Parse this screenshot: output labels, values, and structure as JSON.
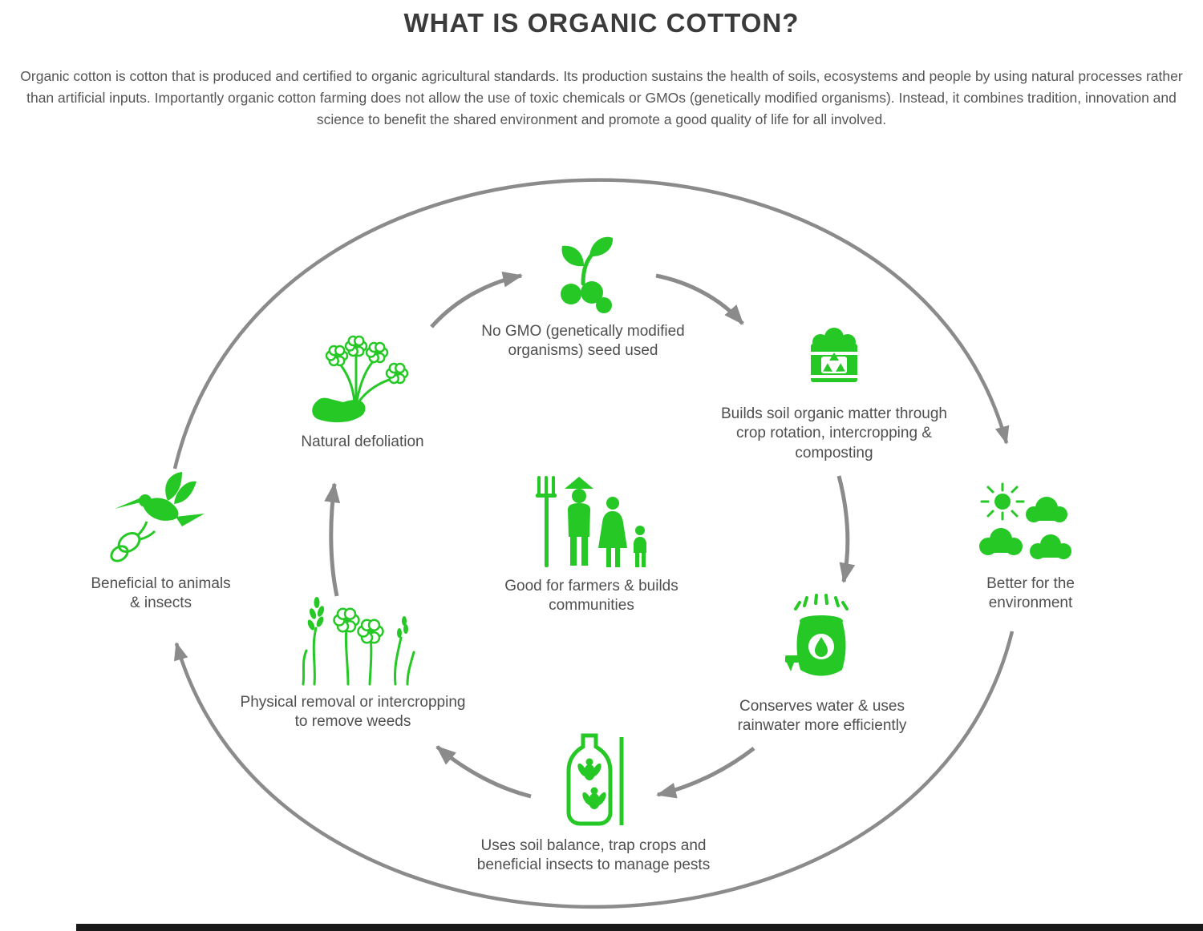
{
  "colors": {
    "green": "#25c825",
    "arrow": "#8b8b8b",
    "title": "#3b3b3b",
    "text": "#4f4f4f"
  },
  "header": {
    "title": "WHAT IS ORGANIC COTTON?",
    "intro": "Organic cotton is cotton that is produced and certified to organic agricultural standards. Its production sustains the health of soils, ecosystems and people by using natural processes rather than artificial inputs. Importantly organic cotton farming does not allow the use of toxic chemicals or GMOs (genetically modified organisms). Instead, it combines tradition, innovation and science to benefit the shared environment and promote a good quality of life for all involved."
  },
  "cycle": {
    "direction": "clockwise",
    "center": {
      "icon": "farmer-family",
      "label": "Good for farmers & builds communities"
    },
    "nodes": [
      {
        "icon": "seedling-seeds",
        "label": "No GMO (genetically modified organisms) seed used"
      },
      {
        "icon": "compost-recycle-bin",
        "label": "Builds soil organic matter through crop rotation, intercropping & composting"
      },
      {
        "icon": "sun-and-trees",
        "label": "Better for the environment"
      },
      {
        "icon": "rain-barrel-droplet",
        "label": "Conserves water & uses rainwater more efficiently"
      },
      {
        "icon": "insects-in-bottle",
        "label": "Uses soil balance, trap crops and beneficial insects to manage pests"
      },
      {
        "icon": "weed-plants",
        "label": "Physical removal or intercropping to remove weeds"
      },
      {
        "icon": "hand-holding-cotton",
        "label": "Natural defoliation"
      },
      {
        "icon": "hummingbird-and-butterfly",
        "label": "Beneficial to animals & insects"
      }
    ]
  }
}
